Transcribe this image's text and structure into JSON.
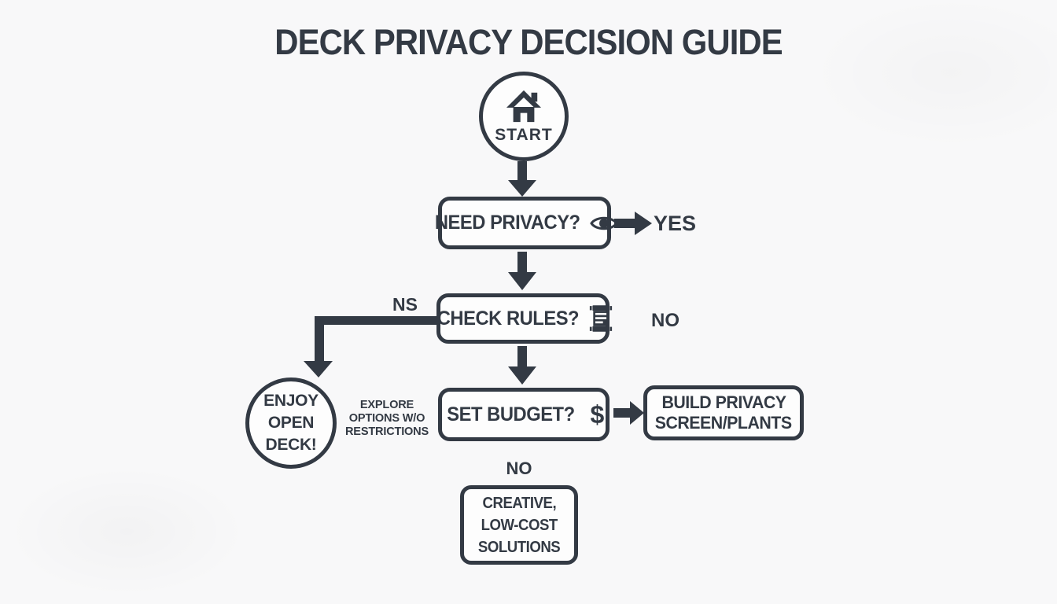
{
  "title": "DECK PRIVACY DECISION GUIDE",
  "colors": {
    "ink": "#333a44",
    "background": "#f8f8f9",
    "node_fill": "#fdfdfd"
  },
  "nodes": {
    "start": {
      "label": "START",
      "icon": "home-icon"
    },
    "need_privacy": {
      "label": "NEED PRIVACY?",
      "icon": "eye-icon"
    },
    "check_rules": {
      "label": "CHECK RULES?",
      "icon": "scroll-icon"
    },
    "set_budget": {
      "label": "SET BUDGET?",
      "icon": "dollar-icon",
      "dollar_glyph": "$"
    },
    "build_privacy": {
      "lines": [
        "BUILD PRIVACY",
        "SCREEN/PLANTS"
      ]
    },
    "creative": {
      "lines": [
        "CREATIVE,",
        "LOW-COST",
        "SOLUTIONS"
      ]
    },
    "enjoy": {
      "lines": [
        "ENJOY",
        "OPEN",
        "DECK!"
      ]
    }
  },
  "edge_labels": {
    "yes": "YES",
    "no_right": "NO",
    "ns": "NS",
    "no_bottom": "NO"
  },
  "notes": {
    "explore": {
      "lines": [
        "EXPLORE",
        "OPTIONS W/O",
        "RESTRICTIONS"
      ]
    }
  }
}
